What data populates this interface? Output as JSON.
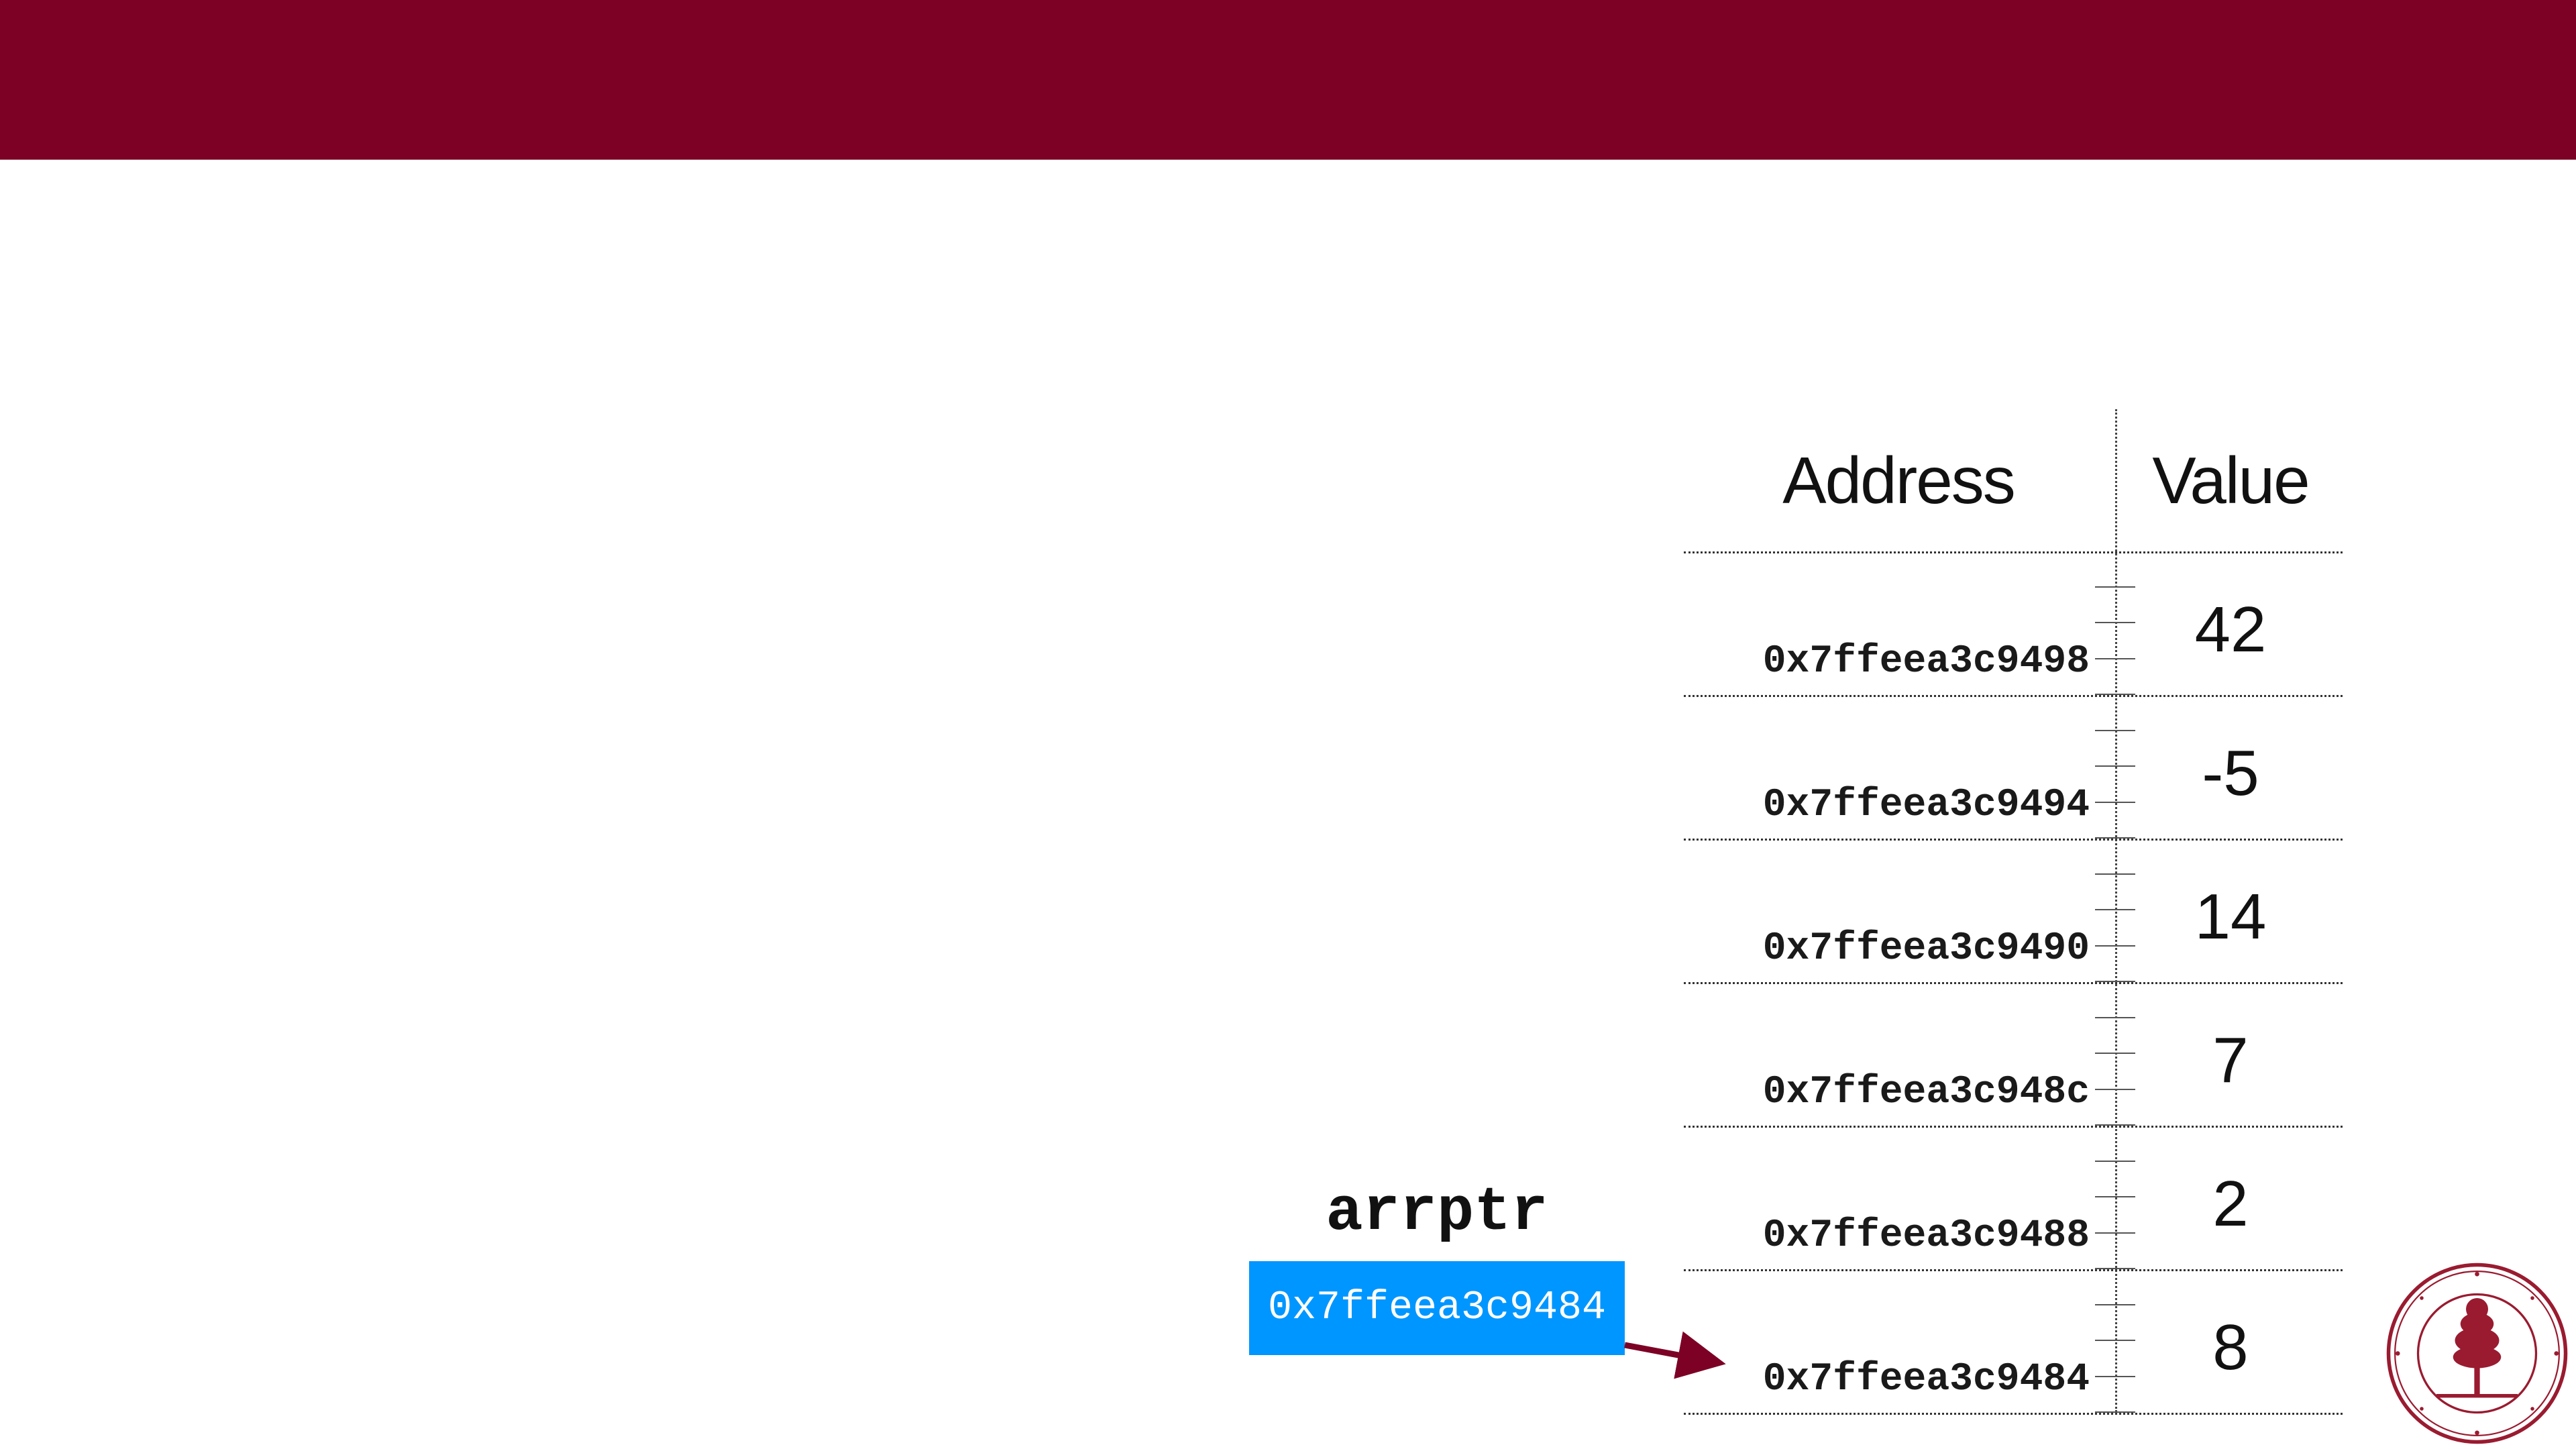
{
  "table": {
    "address_header": "Address",
    "value_header": "Value",
    "rows": [
      {
        "address": "0x7ffeea3c9498",
        "value": "42"
      },
      {
        "address": "0x7ffeea3c9494",
        "value": "-5"
      },
      {
        "address": "0x7ffeea3c9490",
        "value": "14"
      },
      {
        "address": "0x7ffeea3c948c",
        "value": "7"
      },
      {
        "address": "0x7ffeea3c9488",
        "value": "2"
      },
      {
        "address": "0x7ffeea3c9484",
        "value": "8"
      }
    ]
  },
  "pointer": {
    "name": "arrptr",
    "value": "0x7ffeea3c9484",
    "target_row_index": 5
  },
  "colors": {
    "banner": "#7c0125",
    "pointer_box": "#0096ff",
    "arrow": "#7c0125"
  },
  "icons": {
    "seal": "university-seal-icon"
  }
}
